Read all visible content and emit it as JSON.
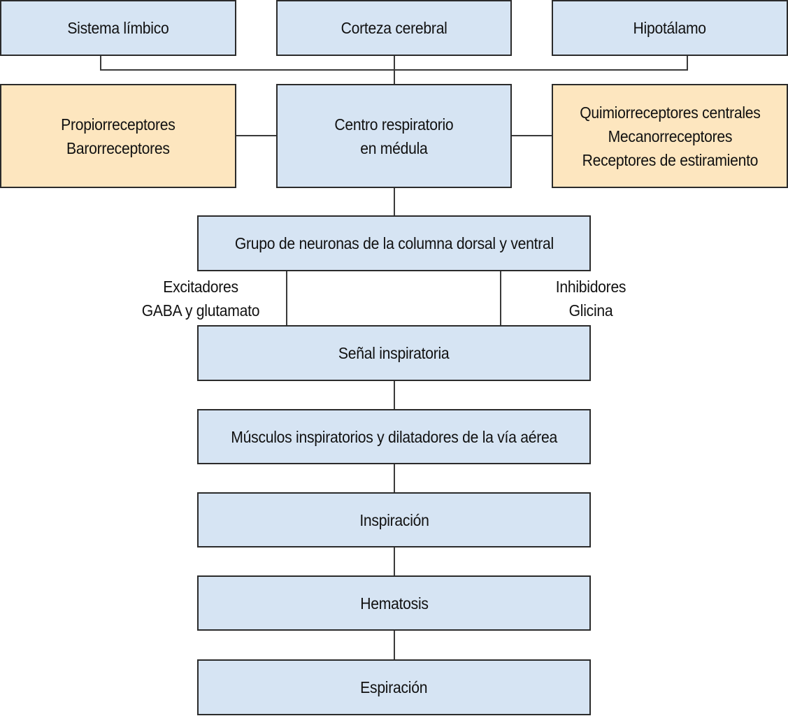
{
  "diagram": {
    "top_row": [
      {
        "id": "limbic",
        "label": "Sistema límbico"
      },
      {
        "id": "cortex",
        "label": "Corteza cerebral"
      },
      {
        "id": "hypothalamus",
        "label": "Hipotálamo"
      }
    ],
    "middle_row": {
      "left": {
        "id": "proprio",
        "label": "Propiorreceptores\nBarorreceptores"
      },
      "center": {
        "id": "respiratory-center",
        "label": "Centro respiratorio\nen médula"
      },
      "right": {
        "id": "chemo",
        "label": "Quimiorreceptores centrales\nMecanorreceptores\nReceptores de estiramiento"
      }
    },
    "neurons": {
      "id": "neuron-group",
      "label": "Grupo de neuronas de la columna dorsal y ventral"
    },
    "branch_labels": {
      "left": "Excitadores\nGABA y glutamato",
      "right": "Inhibidores\nGlicina"
    },
    "chain": [
      {
        "id": "inspiratory-signal",
        "label": "Señal inspiratoria"
      },
      {
        "id": "muscles",
        "label": "Músculos inspiratorios y dilatadores de la vía aérea"
      },
      {
        "id": "inspiration",
        "label": "Inspiración"
      },
      {
        "id": "hematosis",
        "label": "Hematosis"
      },
      {
        "id": "expiration",
        "label": "Espiración"
      }
    ],
    "colors": {
      "blue_box": "#d6e4f3",
      "orange_box": "#fde6bf",
      "border": "#2b2b2b"
    }
  }
}
